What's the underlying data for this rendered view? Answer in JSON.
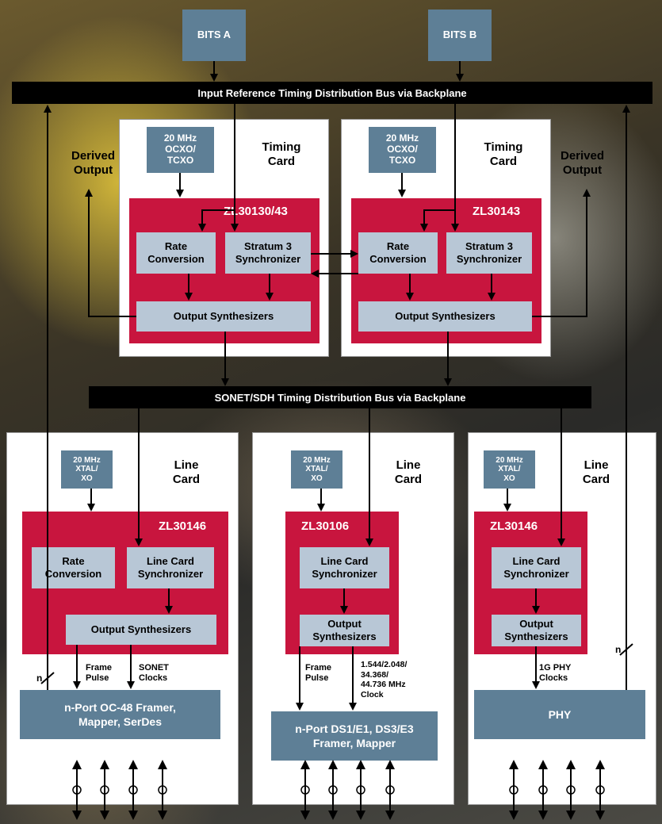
{
  "bits": {
    "a": "BITS A",
    "b": "BITS B"
  },
  "buses": {
    "input": "Input Reference Timing Distribution Bus via  Backplane",
    "sonet": "SONET/SDH Timing Distribution Bus via  Backplane"
  },
  "derived_output": "Derived\nOutput",
  "timing_cards": [
    {
      "label": "Timing\nCard",
      "osc": "20 MHz\nOCXO/\nTCXO",
      "chip": "ZL30130/43",
      "rate": "Rate\nConversion",
      "sync": "Stratum 3\nSynchronizer",
      "synth": "Output Synthesizers"
    },
    {
      "label": "Timing\nCard",
      "osc": "20 MHz\nOCXO/\nTCXO",
      "chip": "ZL30143",
      "rate": "Rate\nConversion",
      "sync": "Stratum 3\nSynchronizer",
      "synth": "Output Synthesizers"
    }
  ],
  "line_cards": [
    {
      "label": "Line\nCard",
      "osc": "20 MHz\nXTAL/\nXO",
      "chip": "ZL30146",
      "rate": "Rate\nConversion",
      "sync": "Line Card\nSynchronizer",
      "synth": "Output Synthesizers",
      "sig1": "Frame\nPulse",
      "sig2": "SONET\nClocks",
      "bus_label": "n",
      "device": "n-Port OC-48 Framer,\nMapper, SerDes"
    },
    {
      "label": "Line\nCard",
      "osc": "20 MHz\nXTAL/\nXO",
      "chip": "ZL30106",
      "sync": "Line Card\nSynchronizer",
      "synth": "Output\nSynthesizers",
      "sig1": "Frame\nPulse",
      "sig2": "1.544/2.048/\n34.368/\n44.736  MHz\nClock",
      "device": "n-Port DS1/E1, DS3/E3\nFramer, Mapper"
    },
    {
      "label": "Line\nCard",
      "osc": "20 MHz\nXTAL/\nXO",
      "chip": "ZL30146",
      "sync": "Line Card\nSynchronizer",
      "synth": "Output\nSynthesizers",
      "sig2": "1G PHY\nClocks",
      "bus_label": "n",
      "device": "PHY"
    }
  ]
}
